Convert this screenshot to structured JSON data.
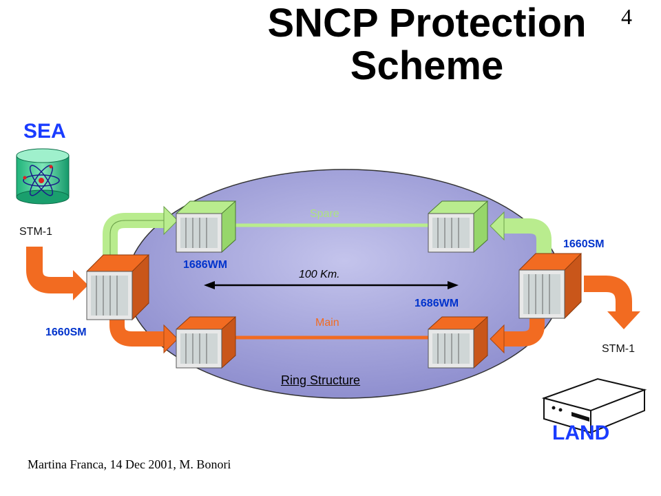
{
  "title": {
    "line1": "SNCP Protection",
    "line2": "Scheme"
  },
  "slide_number": "4",
  "labels": {
    "sea": "SEA",
    "land": "LAND",
    "stm1_left": "STM-1",
    "stm1_right": "STM-1",
    "sm_left": "1660SM",
    "sm_right": "1660SM",
    "wm_top_left": "1686WM",
    "wm_bottom_right": "1686WM",
    "spare": "Spare",
    "main": "Main",
    "distance": "100 Km.",
    "ring": "Ring Structure"
  },
  "footer": "Martina Franca, 14 Dec 2001, M. Bonori",
  "colors": {
    "ring": "#a3a3d9",
    "spare": "#b9ec8e",
    "main": "#f26b21",
    "label_blue": "#0033cc"
  }
}
